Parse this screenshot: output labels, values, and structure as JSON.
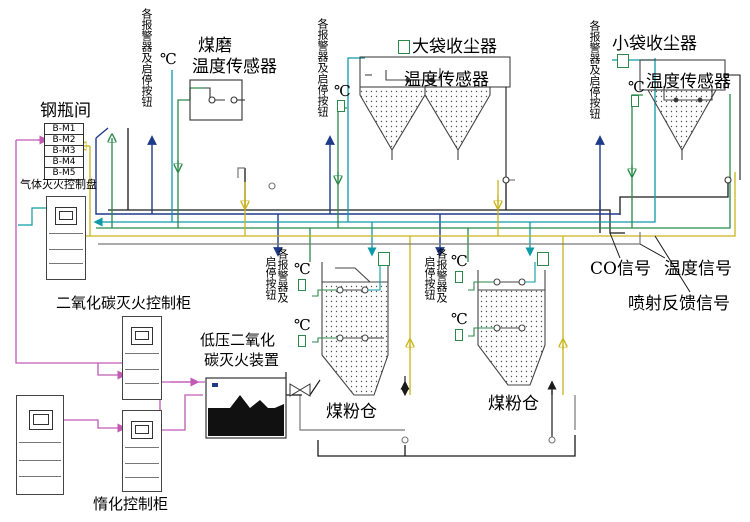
{
  "labels": {
    "bottle_room": "钢瓶间",
    "bottle_items": [
      "B-M1",
      "B-M2",
      "B-M3",
      "B-M4",
      "B-M5"
    ],
    "gas_panel": "气体灭火控制盘",
    "co2_cabinet": "二氧化碳灭火控制柜",
    "low_pressure_co2": [
      "低压二氧化",
      "碳灭火装置"
    ],
    "inert_cabinet": "惰化控制柜",
    "mill_temp": [
      "煤磨",
      "温度传感器"
    ],
    "big_collector": "大袋收尘器",
    "big_temp": "温度传感器",
    "small_collector": "小袋收尘器",
    "small_temp": "温度传感器",
    "bin1": "煤粉仓",
    "bin2": "煤粉仓",
    "co_signal": "CO信号",
    "temp_signal": "温度信号",
    "spray_signal": "喷射反馈信号",
    "alarm_button": "各报警器及启停按钮",
    "alarm_button_short": [
      "各报警器及",
      "启停按钮"
    ],
    "celsius": "℃"
  },
  "colors": {
    "black": "#1a1a1a",
    "navy": "#1e3a8a",
    "teal": "#0e9aa7",
    "green": "#2a8a4a",
    "yellow": "#d8c520",
    "pink": "#c05ab4",
    "gray": "#777777"
  }
}
